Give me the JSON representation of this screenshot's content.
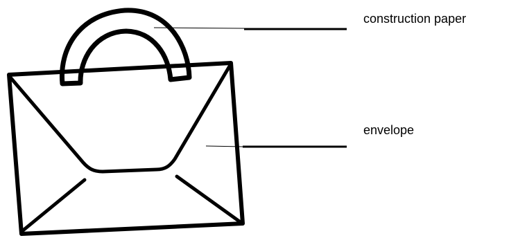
{
  "labels": [
    {
      "id": "construction-paper",
      "text": "construction paper"
    },
    {
      "id": "envelope",
      "text": "envelope"
    }
  ],
  "colors": {
    "ink": "#000000",
    "background": "#ffffff"
  }
}
